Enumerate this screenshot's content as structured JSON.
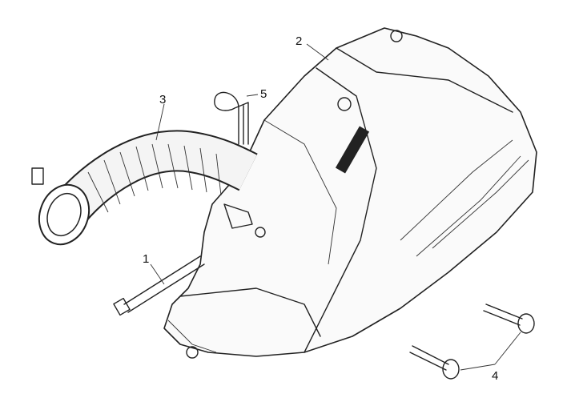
{
  "diagram": {
    "type": "exploded-parts-diagram",
    "callouts": [
      {
        "id": "part-1",
        "label": "1"
      },
      {
        "id": "part-2",
        "label": "2"
      },
      {
        "id": "part-3",
        "label": "3"
      },
      {
        "id": "part-4",
        "label": "4"
      },
      {
        "id": "part-5",
        "label": "5"
      }
    ],
    "colors": {
      "line": "#222222",
      "background": "#ffffff"
    }
  }
}
